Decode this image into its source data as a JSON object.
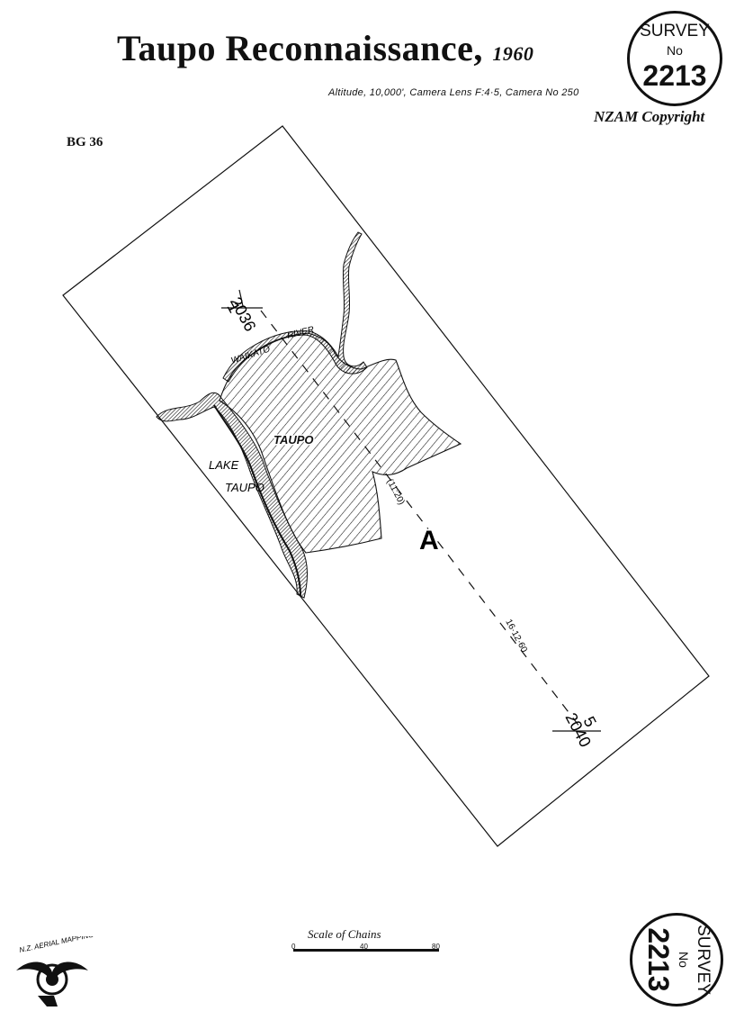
{
  "header": {
    "title": "Taupo Reconnaissance,",
    "year": "1960",
    "subtitle": "Altitude, 10,000', Camera Lens F:4·5, Camera No 250",
    "copyright": "NZAM Copyright",
    "sheet_code": "BG 36"
  },
  "seal": {
    "line1": "SURVEY",
    "line2": "No",
    "number": "2213"
  },
  "map_labels": {
    "river": "WAIKATO",
    "river_suffix": "RIVER",
    "town": "TAUPO",
    "lake_line1": "LAKE",
    "lake_line2": "TAUPO",
    "flight_line": "A",
    "photo_start_top": "1",
    "photo_start_bottom": "2036",
    "photo_end_top": "5",
    "photo_end_bottom": "2040",
    "time": "(11:20)",
    "date": "16·12·60"
  },
  "scale": {
    "caption": "Scale of Chains",
    "ticks": [
      "0",
      "40",
      "80"
    ]
  },
  "logo": {
    "text": "N.Z. AERIAL MAPPING"
  },
  "colors": {
    "ink": "#111111",
    "paper": "#ffffff"
  }
}
